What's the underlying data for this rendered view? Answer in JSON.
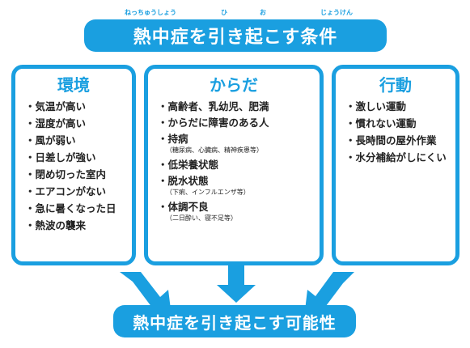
{
  "top_banner": {
    "title": "熱中症を引き起こす条件",
    "furigana": {
      "netchuusho": "ねっちゅうしょう",
      "hi": "ひ",
      "o": "お",
      "jouken": "じょうけん"
    }
  },
  "boxes": {
    "environment": {
      "title": "環境",
      "items": [
        "・気温が高い",
        "・湿度が高い",
        "・風が弱い",
        "・日差しが強い",
        "・閉め切った室内",
        "・エアコンがない",
        "・急に暑くなった日",
        "・熱波の襲来"
      ]
    },
    "body": {
      "title": "からだ",
      "items": [
        {
          "text": "・高齢者、乳幼児、肥満"
        },
        {
          "text": "・からだに障害のある人"
        },
        {
          "text": "・持病",
          "note": "（糖尿病、心臓病、精神疾患等）"
        },
        {
          "text": "・低栄養状態"
        },
        {
          "text": "・脱水状態",
          "note": "（下痢、インフルエンザ等）"
        },
        {
          "text": "・体調不良",
          "note": "（二日酔い、寝不足等）"
        }
      ]
    },
    "action": {
      "title": "行動",
      "items": [
        "・激しい運動",
        "・慣れない運動",
        "・長時間の屋外作業",
        "・水分補給がしにくい"
      ]
    }
  },
  "bottom_banner": {
    "title": "熱中症を引き起こす可能性"
  },
  "colors": {
    "accent": "#1a9fe0"
  },
  "icons": {
    "arrow": "down-arrow-icon"
  }
}
